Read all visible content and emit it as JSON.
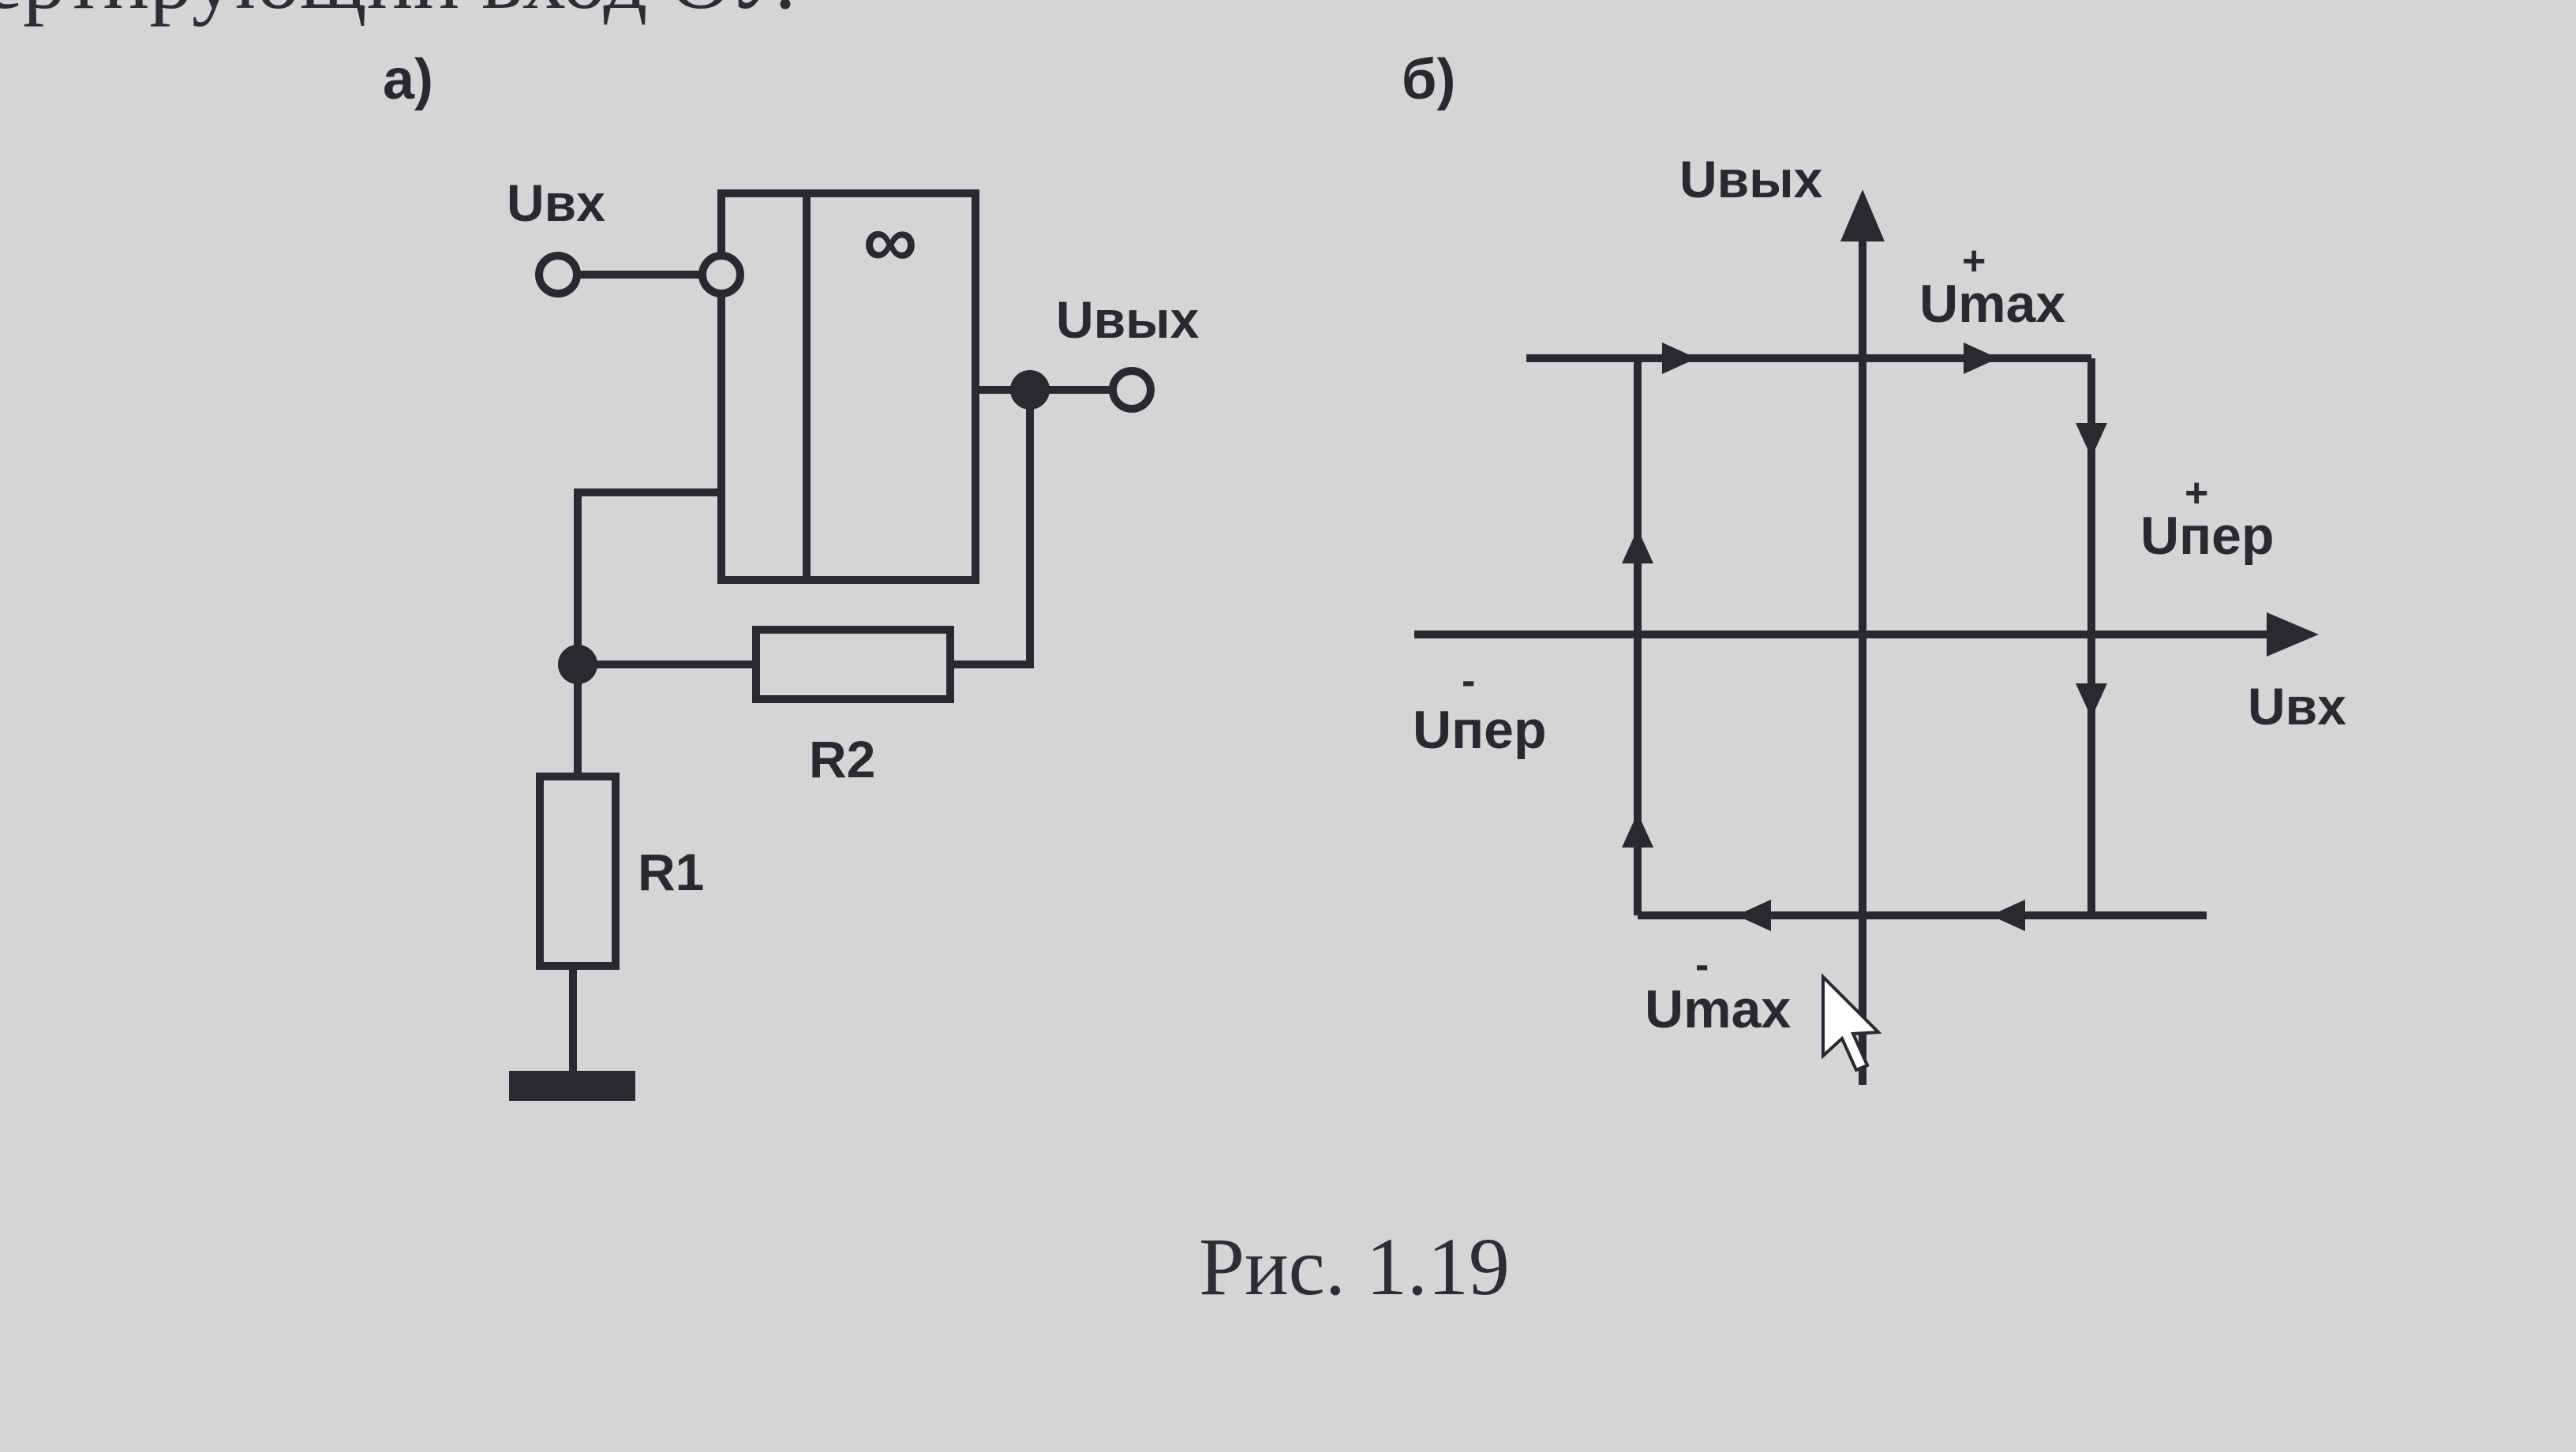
{
  "header_fragment": "ертирующий вход ОУ.",
  "panel_a": {
    "label": "а)",
    "input_label": "Uвх",
    "output_label": "Uвых",
    "opamp_symbol": "∞",
    "resistor_r1": "R1",
    "resistor_r2": "R2"
  },
  "panel_b": {
    "label": "б)",
    "y_axis_label": "Uвых",
    "x_axis_label": "Uвх",
    "u_max_pos": "Umax",
    "u_max_pos_sign": "+",
    "u_max_neg": "Umax",
    "u_max_neg_sign": "-",
    "u_per_pos": "Uпер",
    "u_per_pos_sign": "+",
    "u_per_neg": "Uпер",
    "u_per_neg_sign": "-"
  },
  "caption": "Рис. 1.19",
  "colors": {
    "background": "#d6d4d6",
    "ink": "#2a2a2e"
  }
}
